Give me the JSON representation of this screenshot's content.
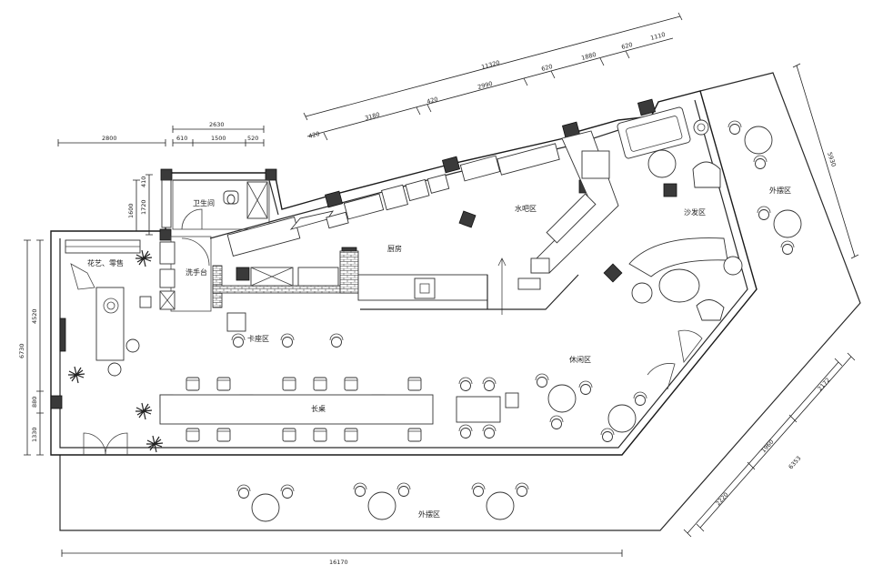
{
  "rooms": {
    "restroom": "卫生间",
    "florist": "花艺、零售",
    "handwash": "洗手台",
    "kitchen": "厨房",
    "water_bar": "水吧区",
    "sofa": "沙发区",
    "booth": "卡座区",
    "lounge": "休闲区",
    "long_table": "长桌",
    "outdoor_top": "外摆区",
    "outdoor_bottom": "外摆区"
  },
  "dimensions": {
    "top_total": "11320",
    "top_a": "3180",
    "top_b": "420",
    "top_c": "2990",
    "top_d": "620",
    "top_e": "1880",
    "top_f": "620",
    "top_g": "1110",
    "top_h": "420",
    "top_left_a": "2800",
    "restroom_total": "2630",
    "restroom_a": "610",
    "restroom_b": "1500",
    "restroom_c": "520",
    "left_total": "6730",
    "left_a": "4520",
    "left_b": "880",
    "left_c": "1330",
    "small_1": "1600",
    "small_2": "1720",
    "small_3": "410",
    "right_top": "5930",
    "right_bottom_total": "6353",
    "right_b_a": "2220",
    "right_b_b": "1960",
    "right_b_c": "2172",
    "bottom_total": "16170"
  }
}
